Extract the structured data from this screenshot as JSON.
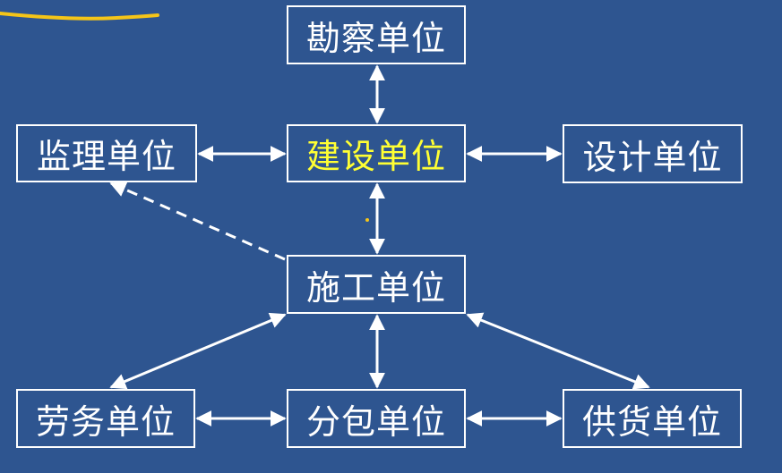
{
  "diagram": {
    "nodes": {
      "kancha": {
        "label": "勘察单位"
      },
      "jianli": {
        "label": "监理单位"
      },
      "jianshe": {
        "label": "建设单位"
      },
      "sheji": {
        "label": "设计单位"
      },
      "shigong": {
        "label": "施工单位"
      },
      "laowu": {
        "label": "劳务单位"
      },
      "fenbao": {
        "label": "分包单位"
      },
      "gonghuo": {
        "label": "供货单位"
      }
    },
    "edges": [
      {
        "from": "jianshe",
        "to": "kancha",
        "style": "solid",
        "direction": "both"
      },
      {
        "from": "jianshe",
        "to": "jianli",
        "style": "solid",
        "direction": "both"
      },
      {
        "from": "jianshe",
        "to": "sheji",
        "style": "solid",
        "direction": "both"
      },
      {
        "from": "jianshe",
        "to": "shigong",
        "style": "solid",
        "direction": "both"
      },
      {
        "from": "shigong",
        "to": "jianli",
        "style": "dashed",
        "direction": "to"
      },
      {
        "from": "shigong",
        "to": "laowu",
        "style": "solid",
        "direction": "both"
      },
      {
        "from": "shigong",
        "to": "fenbao",
        "style": "solid",
        "direction": "both"
      },
      {
        "from": "shigong",
        "to": "gonghuo",
        "style": "solid",
        "direction": "both"
      },
      {
        "from": "laowu",
        "to": "fenbao",
        "style": "solid",
        "direction": "both"
      },
      {
        "from": "fenbao",
        "to": "gonghuo",
        "style": "solid",
        "direction": "both"
      }
    ],
    "colors": {
      "background": "#2e5590",
      "box_border": "#ffffff",
      "text": "#ffffff",
      "highlight_text": "#ffff33",
      "pen_stroke": "#f5c518"
    }
  }
}
